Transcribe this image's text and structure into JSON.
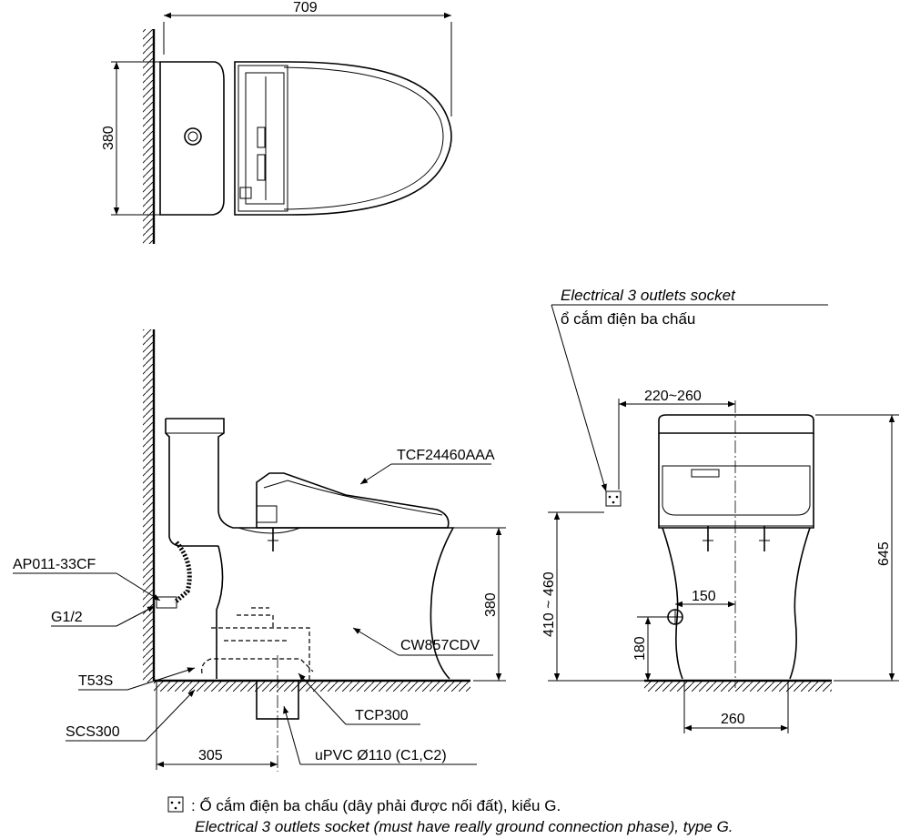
{
  "top_view": {
    "width_dim": "709",
    "depth_dim": "380"
  },
  "side_view": {
    "labels": {
      "seat": "TCF24460AAA",
      "bowl": "CW857CDV",
      "valve": "AP011-33CF",
      "thread": "G1/2",
      "hose": "T53S",
      "floor_part": "SCS300",
      "trap": "TCP300",
      "pipe": "uPVC Ø110 (C1,C2)"
    },
    "dims": {
      "seat_height": "380",
      "rough_in": "305"
    }
  },
  "front_view": {
    "socket_label_en": "Electrical 3 outlets socket",
    "socket_label_vi": "ổ cắm điện ba chấu",
    "dims": {
      "socket_offset": "220~260",
      "socket_height": "410 ~ 460",
      "total_height": "645",
      "supply_offset": "150",
      "supply_height": "180",
      "base_width": "260"
    }
  },
  "legend": {
    "vi": ": Ổ cắm điện ba chấu (dây phải được nối đất), kiểu G.",
    "en": "Electrical 3 outlets socket (must have really ground connection phase), type G."
  },
  "icons": {
    "socket": "socket-icon"
  }
}
